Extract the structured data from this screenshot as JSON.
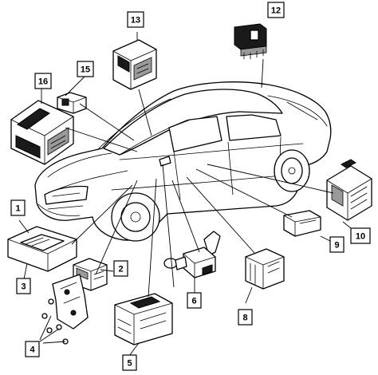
{
  "diagram": {
    "callouts": [
      {
        "id": "c1",
        "label": "1"
      },
      {
        "id": "c2",
        "label": "2"
      },
      {
        "id": "c3",
        "label": "3"
      },
      {
        "id": "c4",
        "label": "4"
      },
      {
        "id": "c5",
        "label": "5"
      },
      {
        "id": "c6",
        "label": "6"
      },
      {
        "id": "c8",
        "label": "8"
      },
      {
        "id": "c9",
        "label": "9"
      },
      {
        "id": "c10",
        "label": "10"
      },
      {
        "id": "c12",
        "label": "12"
      },
      {
        "id": "c13",
        "label": "13"
      },
      {
        "id": "c15",
        "label": "15"
      },
      {
        "id": "c16",
        "label": "16"
      }
    ]
  }
}
